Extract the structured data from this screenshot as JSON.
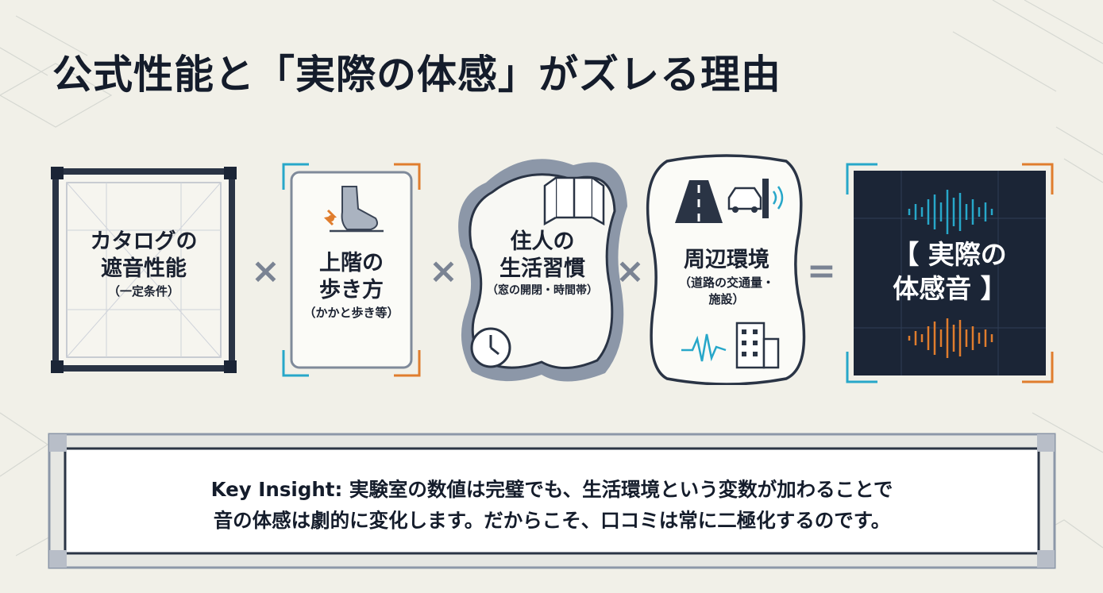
{
  "title": "公式性能と「実際の体感」がズレる理由",
  "panels": [
    {
      "line1": "カタログの",
      "line2": "遮音性能",
      "sub": "（一定条件）"
    },
    {
      "line1": "上階の",
      "line2": "歩き方",
      "sub": "（かかと歩き等）"
    },
    {
      "line1": "住人の",
      "line2": "生活習慣",
      "sub": "（窓の開閉・時間帯）"
    },
    {
      "line1": "周辺環境",
      "sub1": "（道路の交通量・",
      "sub2": "施設）"
    }
  ],
  "operators": {
    "times": "×",
    "equals": "="
  },
  "result": {
    "line1": "【 実際の",
    "line2": "体感音 】"
  },
  "insight": {
    "line1": "Key Insight: 実験室の数値は完璧でも、生活環境という変数が加わることで",
    "line2": "音の体感は劇的に変化します。だからこそ、口コミは常に二極化するのです。"
  },
  "colors": {
    "background": "#f1f0e8",
    "navy": "#1b2536",
    "accent_cyan": "#27a7c9",
    "accent_orange": "#e07d2d",
    "gray_blob": "#8c97a8"
  },
  "icons": [
    "foot-impact-icon",
    "window-icon",
    "clock-icon",
    "road-icon",
    "car-icon",
    "sound-wave-icon",
    "building-icon",
    "audio-waveform-icon"
  ]
}
